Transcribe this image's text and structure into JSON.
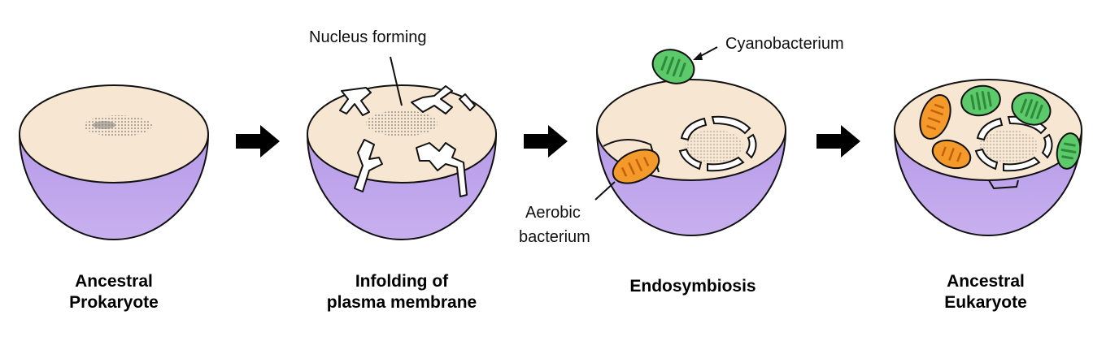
{
  "stages": [
    {
      "label": "Ancestral\nProkaryote"
    },
    {
      "label": "Infolding of\nplasma membrane"
    },
    {
      "label": "Endosymbiosis"
    },
    {
      "label": "Ancestral\nEukaryote"
    }
  ],
  "annotations": {
    "nucleus_forming": "Nucleus forming",
    "cyanobacterium": "Cyanobacterium",
    "aerobic_line1": "Aerobic",
    "aerobic_line2": "bacterium"
  },
  "colors": {
    "cytoplasm": "#f7e7d2",
    "membrane": "#c8b0ef",
    "outline": "#111111",
    "cyanobacterium_fill": "#5cc96a",
    "cyanobacterium_inner": "#2f8a3c",
    "mitochondrion_fill": "#f39a2a",
    "mitochondrion_inner": "#c45f0c",
    "arrow": "#000000"
  }
}
